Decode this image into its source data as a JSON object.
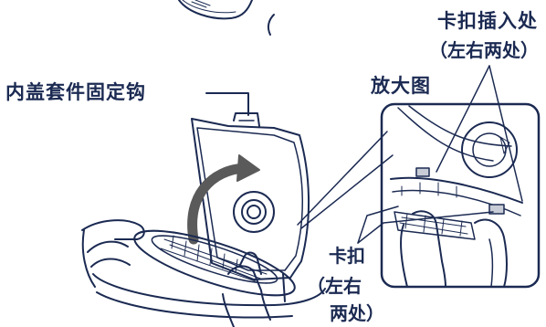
{
  "labels": {
    "lid_hook": "内盖套件固定钩",
    "insert_line1": "卡扣插入处",
    "insert_line2": "（左右两处）",
    "zoom": "放大图",
    "clip_line1": "卡扣",
    "clip_line2": "（左右",
    "clip_line3": "两处）"
  },
  "colors": {
    "ink": "#1b2a52",
    "arrow": "#5a5a5a",
    "shade": "#c8ccd6"
  }
}
